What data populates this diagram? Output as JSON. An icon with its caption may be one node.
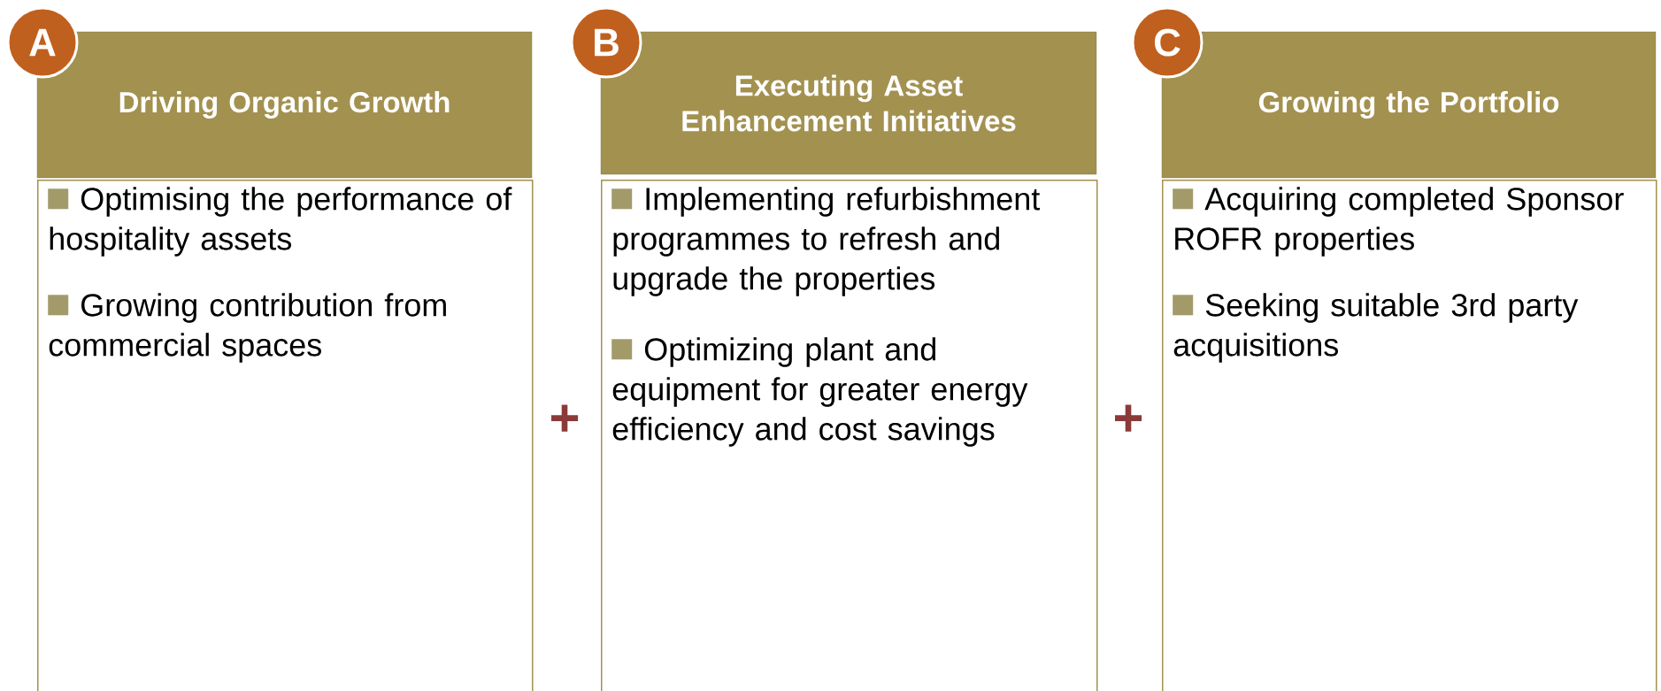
{
  "diagram": {
    "nodes": [
      {
        "text": [
          "Driving Organic Growth"
        ]
      },
      {
        "text": [
          "A"
        ]
      },
      {
        "text": [
          "Optimising the performance of hospitality assets",
          "Growing contribution from commercial spaces"
        ]
      },
      {
        "text": [
          "Executing Asset Enhancement Initiatives"
        ]
      },
      {
        "text": [
          "B"
        ]
      },
      {
        "text": [
          "Implementing refurbishment programmes to refresh and upgrade the properties",
          "Optimizing plant and equipment for greater energy efficiency and cost savings"
        ]
      },
      {
        "text": [
          "Growing the Portfolio"
        ]
      },
      {
        "text": [
          "C"
        ]
      },
      {
        "text": [
          "Acquiring completed Sponsor ROFR properties",
          "Seeking suitable 3rd party acquisitions"
        ]
      }
    ],
    "labels": [
      "+",
      "+"
    ]
  }
}
